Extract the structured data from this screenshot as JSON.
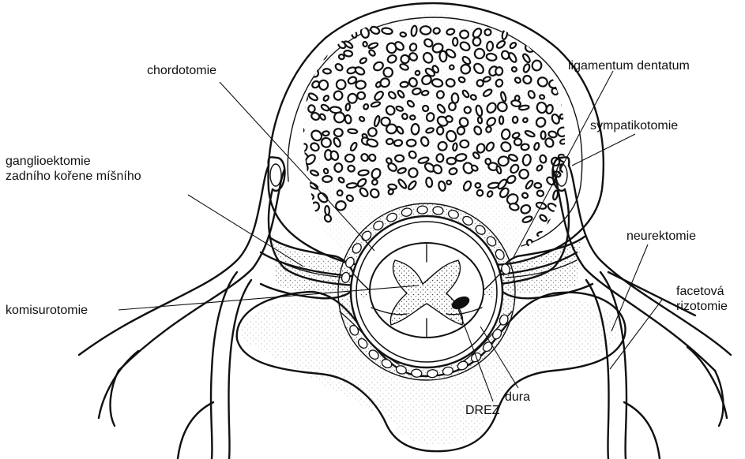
{
  "labels": {
    "chordotomie": "chordotomie",
    "ligamentum": "ligamentum dentatum",
    "sympatikotomie": "sympatikotomie",
    "ganglio_line1": "ganglioektomie",
    "ganglio_line2": "zadního kořene míšního",
    "neurektomie": "neurektomie",
    "facet_line1": "facetová",
    "facet_line2": "rizotomie",
    "komisurotomie": "komisurotomie",
    "dura": "dura",
    "drez": "DREZ"
  },
  "colors": {
    "ink": "#111111",
    "background": "#ffffff",
    "stipple": "#555555"
  }
}
